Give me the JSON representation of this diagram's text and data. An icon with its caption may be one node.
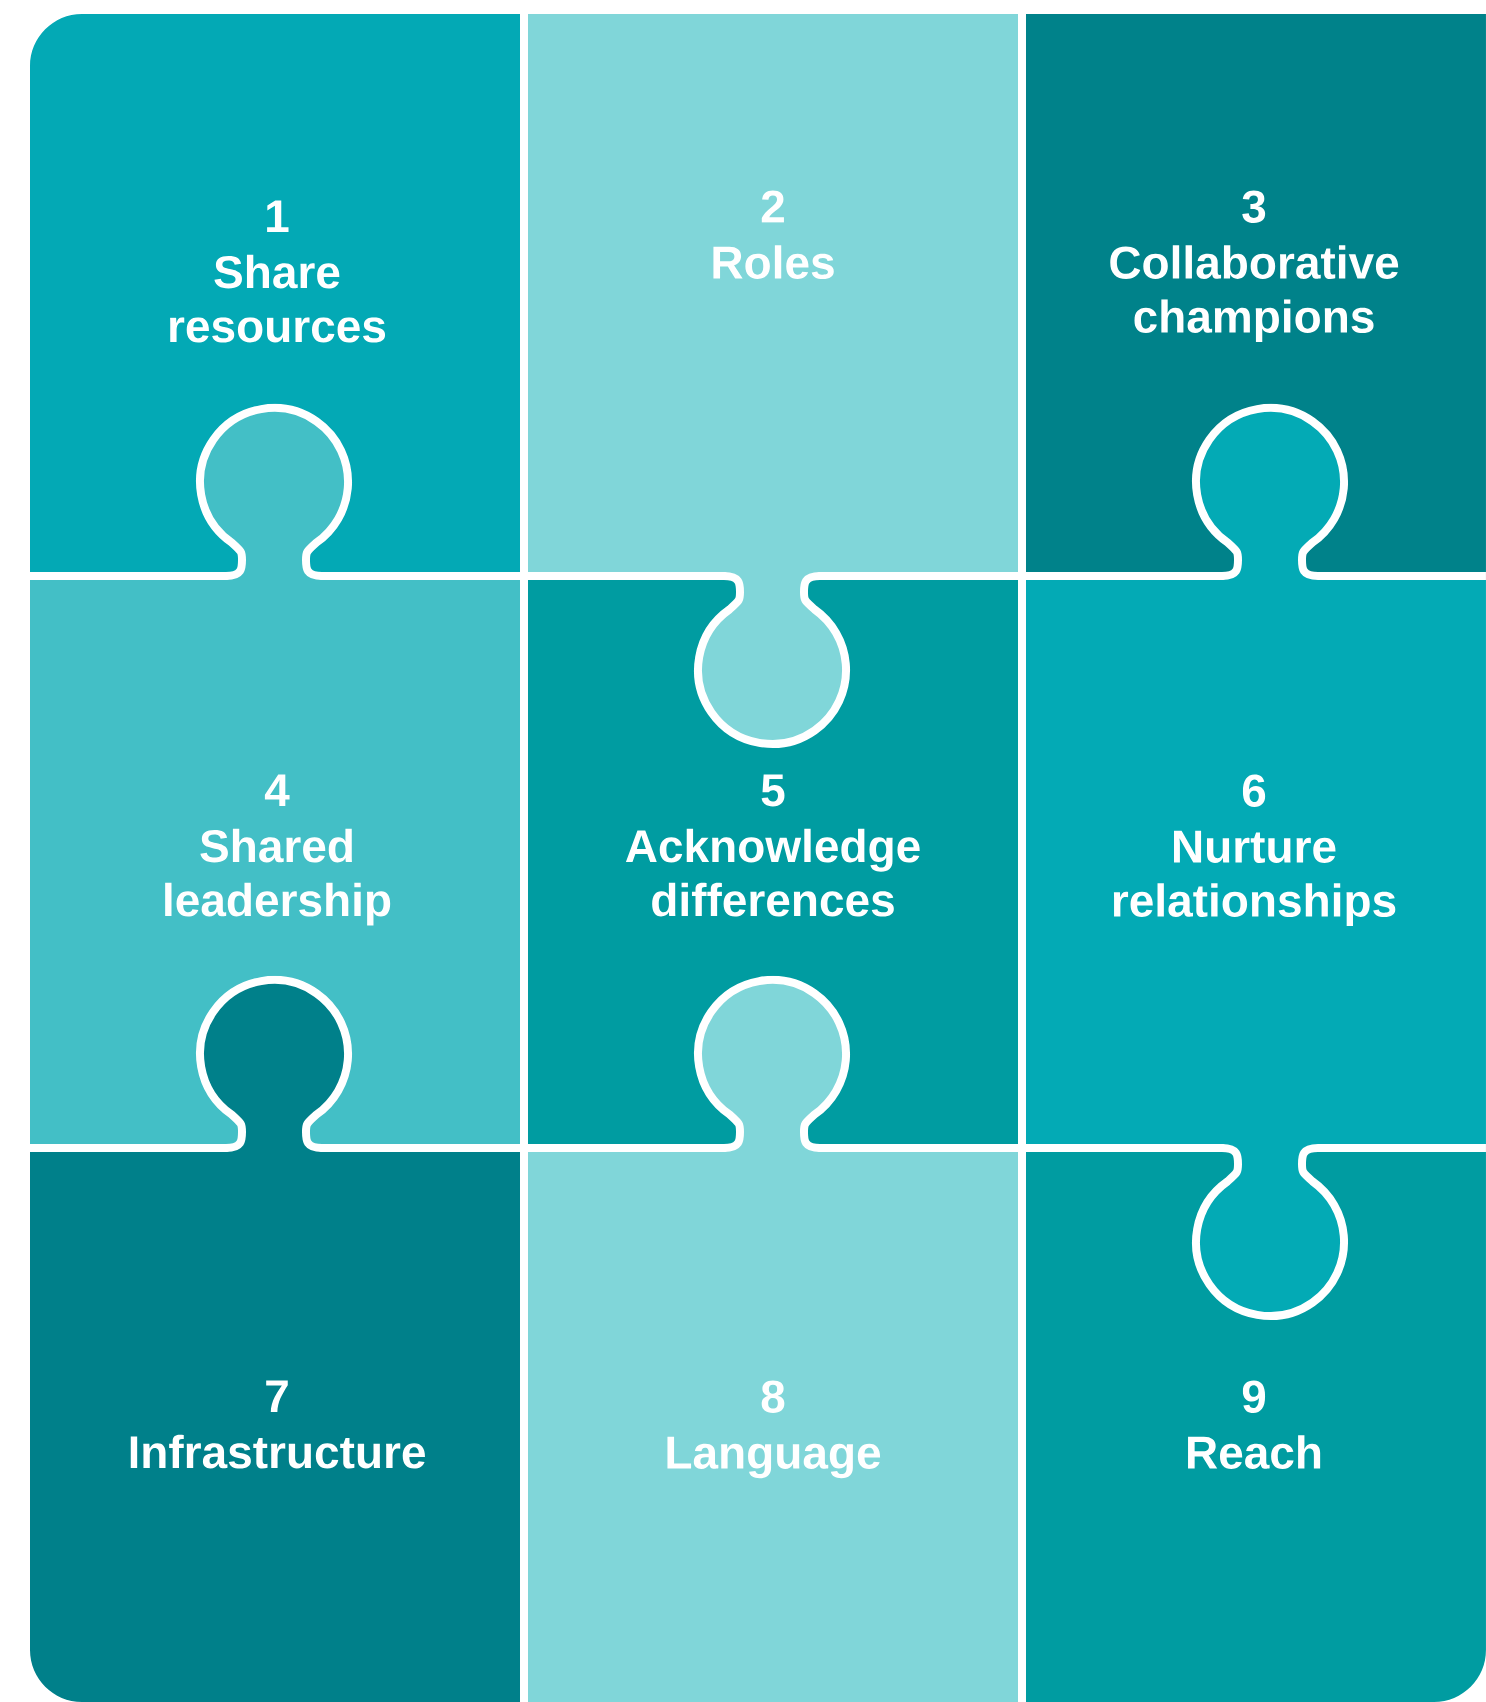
{
  "diagram": {
    "nodes": [
      {
        "text": [
          "1",
          "Share resources"
        ]
      },
      {
        "text": [
          "2",
          "Roles"
        ]
      },
      {
        "text": [
          "3",
          "Collaborative champions"
        ]
      },
      {
        "text": [
          "4",
          "Shared leadership"
        ]
      },
      {
        "text": [
          "5",
          "Acknowledge differences"
        ]
      },
      {
        "text": [
          "6",
          "Nurture relationships"
        ]
      },
      {
        "text": [
          "7",
          "Infrastructure"
        ]
      },
      {
        "text": [
          "8",
          "Language"
        ]
      },
      {
        "text": [
          "9",
          "Reach"
        ]
      }
    ]
  }
}
